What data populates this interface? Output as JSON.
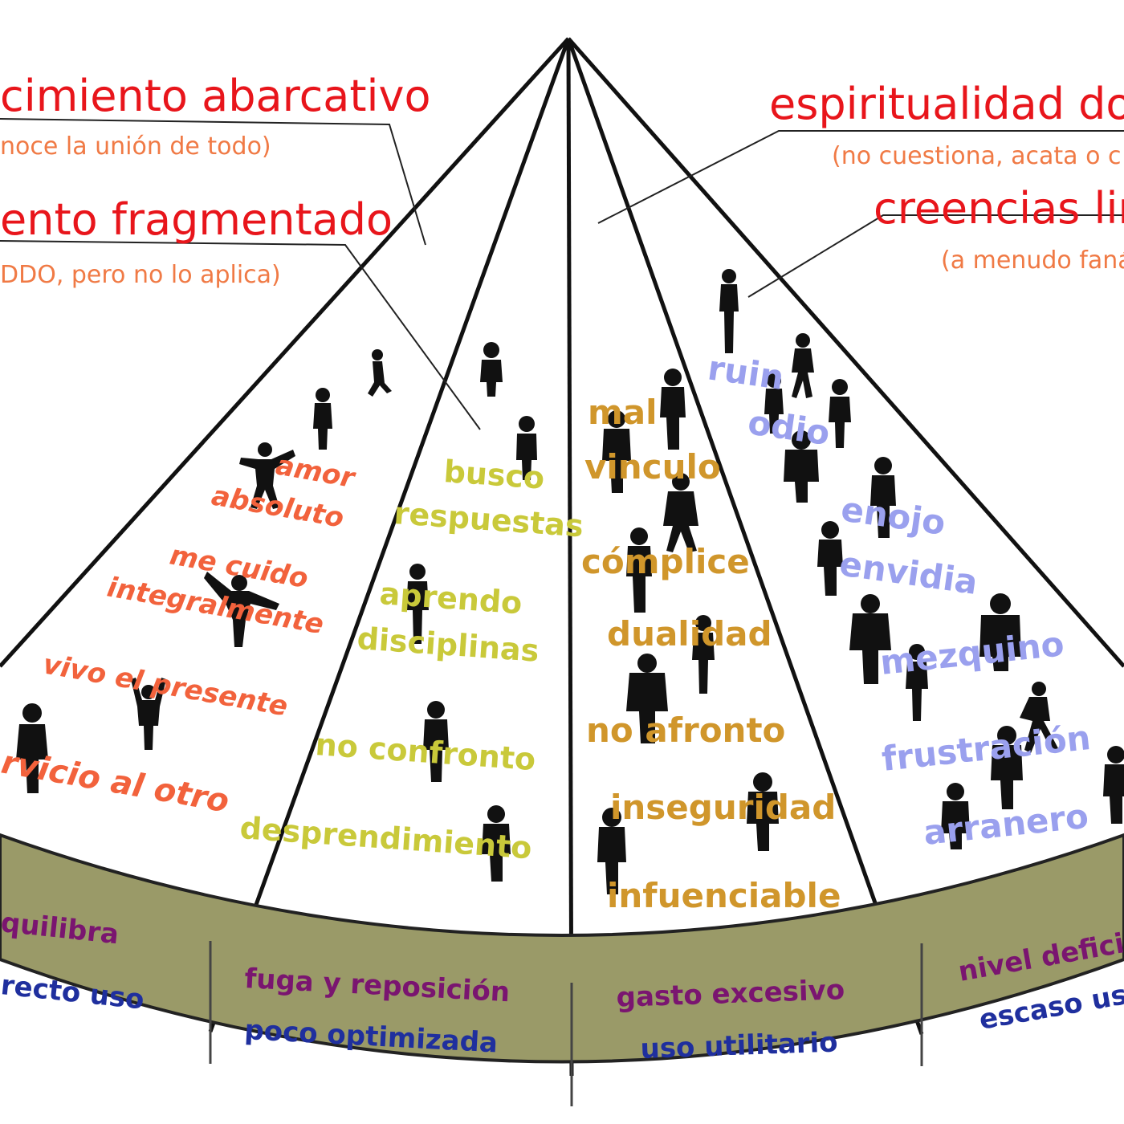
{
  "headers_left": [
    {
      "title": "cimiento abarcativo",
      "subtitle": "noce la unión de todo)"
    },
    {
      "title": "ento fragmentado",
      "subtitle": "DDO, pero no lo aplica)"
    }
  ],
  "headers_right": [
    {
      "title": "espiritualidad dog",
      "subtitle": "(no cuestiona, acata o c"
    },
    {
      "title": "creencias lin",
      "subtitle": "(a menudo faná"
    }
  ],
  "sectors": [
    {
      "words": [
        "amor",
        "absoluto",
        "me cuido",
        "integralmente",
        "vivo el presente",
        "rvicio al otro"
      ]
    },
    {
      "words": [
        "busco",
        "respuestas",
        "aprendo",
        "disciplinas",
        "no confronto",
        "desprendimiento"
      ]
    },
    {
      "words": [
        "mal",
        "vinculo",
        "cómplice",
        "dualidad",
        "no afronto",
        "inseguridad",
        "infuenciable"
      ]
    },
    {
      "words": [
        "ruin",
        "odio",
        "enojo",
        "envidia",
        "mezquino",
        "frustración",
        "arranero"
      ]
    }
  ],
  "band": [
    {
      "line1": "quilibra",
      "line2": "recto uso"
    },
    {
      "line1": "fuga y reposición",
      "line2": "poco optimizada"
    },
    {
      "line1": "gasto excesivo",
      "line2": "uso utilitario"
    },
    {
      "line1": "nivel defici",
      "line2": "escaso us"
    }
  ],
  "colors": {
    "header_title": "#e8151b",
    "header_subtitle": "#f07a45",
    "sector1_text": "#f2623c",
    "sector2_text": "#c9c93a",
    "sector3_text": "#d0962b",
    "sector4_text": "#9aa0ee",
    "band_fill": "#9a9a68",
    "band_text_top": "#7a1570",
    "band_text_bottom": "#1f2f9e"
  }
}
